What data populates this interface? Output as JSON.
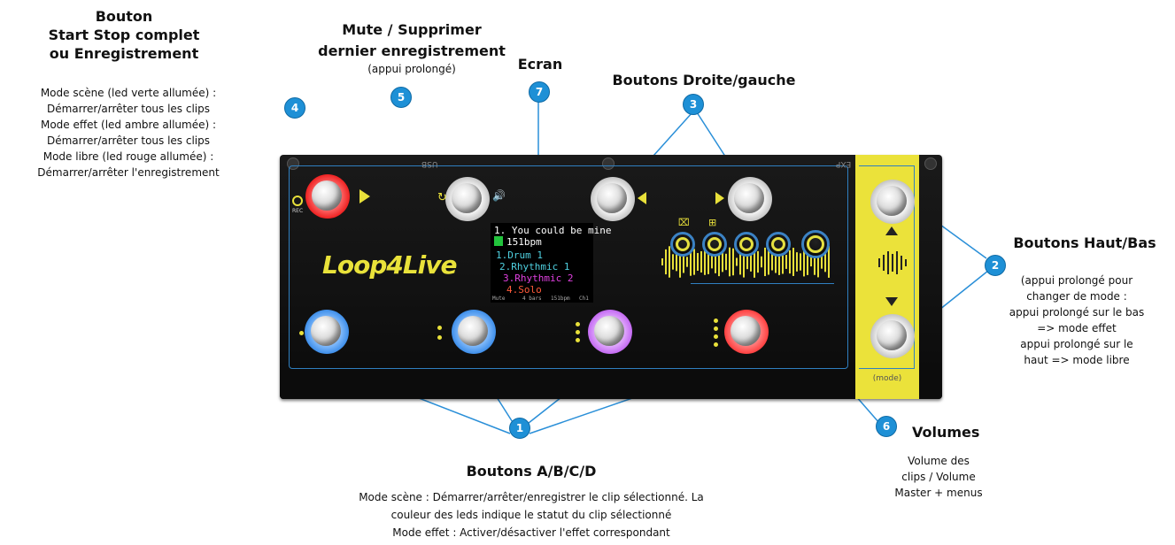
{
  "labels": {
    "start_stop": {
      "title_lines": [
        "Bouton",
        "Start Stop complet",
        "ou Enregistrement"
      ],
      "desc_lines": [
        "Mode scène (led verte allumée) :",
        "Démarrer/arrêter tous les clips",
        "Mode effet (led ambre allumée) :",
        "Démarrer/arrêter tous les clips",
        "Mode libre (led rouge allumée) :",
        "Démarrer/arrêter l'enregistrement"
      ]
    },
    "mute": {
      "title_lines": [
        "Mute / Supprimer",
        "dernier enregistrement"
      ],
      "desc": "(appui prolongé)"
    },
    "ecran": {
      "title": "Ecran"
    },
    "droite_gauche": {
      "title": "Boutons Droite/gauche"
    },
    "haut_bas": {
      "title": "Boutons Haut/Bas",
      "desc_lines": [
        "(appui prolongé pour",
        "changer de mode :",
        "appui prolongé sur le bas",
        "=> mode effet",
        "appui prolongé sur le",
        "haut => mode libre"
      ]
    },
    "volumes": {
      "title": "Volumes",
      "desc_lines": [
        "Volume des",
        "clips / Volume",
        "Master + menus"
      ]
    },
    "abcd": {
      "title": "Boutons A/B/C/D",
      "desc_lines": [
        "Mode scène : Démarrer/arrêter/enregistrer le clip sélectionné. La",
        "couleur des leds indique le statut du clip sélectionné",
        "Mode effet : Activer/désactiver l'effet correspondant"
      ]
    }
  },
  "badges": [
    "1",
    "2",
    "3",
    "4",
    "5",
    "6",
    "7"
  ],
  "device": {
    "logo": "Loop4Live",
    "top_labels": {
      "usb": "USB",
      "exp": "EXP"
    },
    "rec_label": "REC",
    "mode_label": "(mode)",
    "led_colors": {
      "rec": "#ff3b3b",
      "blue": "#3f8fea",
      "purple": "#c46bf2",
      "red": "#ff4040",
      "yellow": "#f2e829"
    },
    "screen": {
      "track_title": "1. You could be mine",
      "bpm": "151bpm",
      "clips": [
        {
          "label": "1.Drum 1",
          "color": "#4fd0e0"
        },
        {
          "label": "2.Rhythmic 1",
          "color": "#4fd0e0"
        },
        {
          "label": "3.Rhythmic 2",
          "color": "#e040e0"
        },
        {
          "label": "4.Solo",
          "color": "#ff5a3a"
        }
      ],
      "status": [
        "Mute",
        "4 bars",
        "151bpm",
        "Ch1"
      ]
    }
  }
}
